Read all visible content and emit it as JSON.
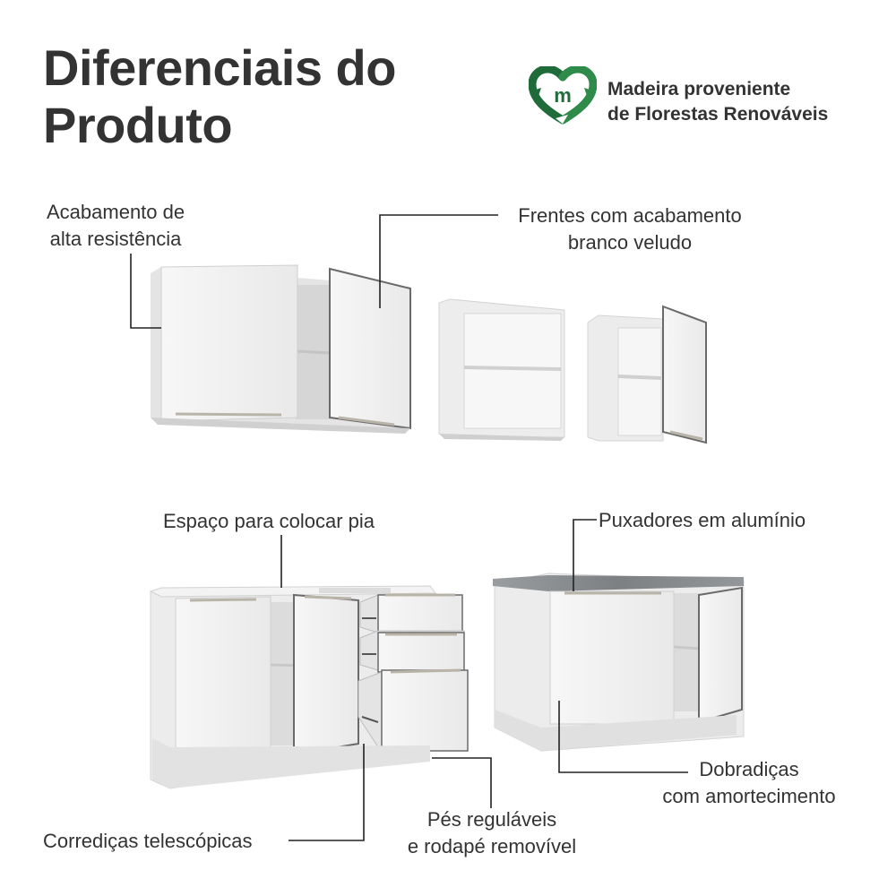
{
  "title": {
    "line1": "Diferenciais do",
    "line2": "Produto"
  },
  "badge": {
    "icon": "recycle-m-icon",
    "line1": "Madeira proveniente",
    "line2": "de Florestas Renováveis",
    "color": "#1f6b3a"
  },
  "callouts": {
    "finish": {
      "line1": "Acabamento de",
      "line2": "alta resistência"
    },
    "fronts": {
      "line1": "Frentes com acabamento",
      "line2": "branco veludo"
    },
    "sink": {
      "line1": "Espaço para colocar pia"
    },
    "handles": {
      "line1": "Puxadores em alumínio"
    },
    "hinges": {
      "line1": "Dobradiças",
      "line2": "com amortecimento"
    },
    "feet": {
      "line1": "Pés reguláveis",
      "line2": "e rodapé removível"
    },
    "slides": {
      "line1": "Corrediças telescópicas"
    }
  },
  "colors": {
    "text": "#333333",
    "leader_line": "#222222",
    "cabinet": "#f1f1f1",
    "cabinet_shadow": "#d9d9d9",
    "countertop": "#8a8d90"
  }
}
